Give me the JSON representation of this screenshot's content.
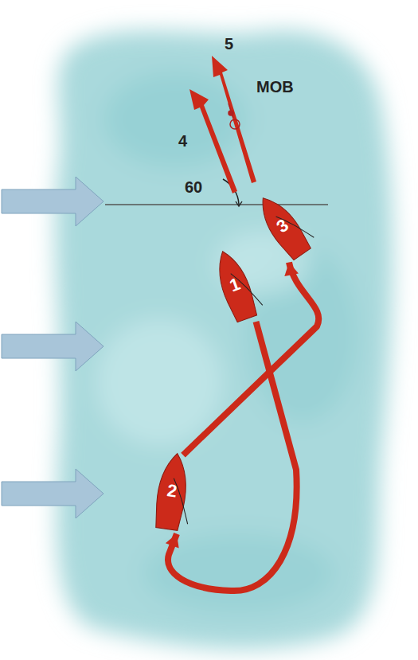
{
  "diagram": {
    "nodes": [
      {
        "text": [
          "1"
        ]
      },
      {
        "text": [
          "2"
        ]
      },
      {
        "text": [
          "3"
        ]
      }
    ],
    "edges": [
      {
        "from": 0,
        "to": 1,
        "arrow": "to"
      },
      {
        "from": 1,
        "to": 2,
        "arrow": "to"
      }
    ],
    "labels": [
      "5",
      "MOB",
      "4",
      "60"
    ]
  }
}
